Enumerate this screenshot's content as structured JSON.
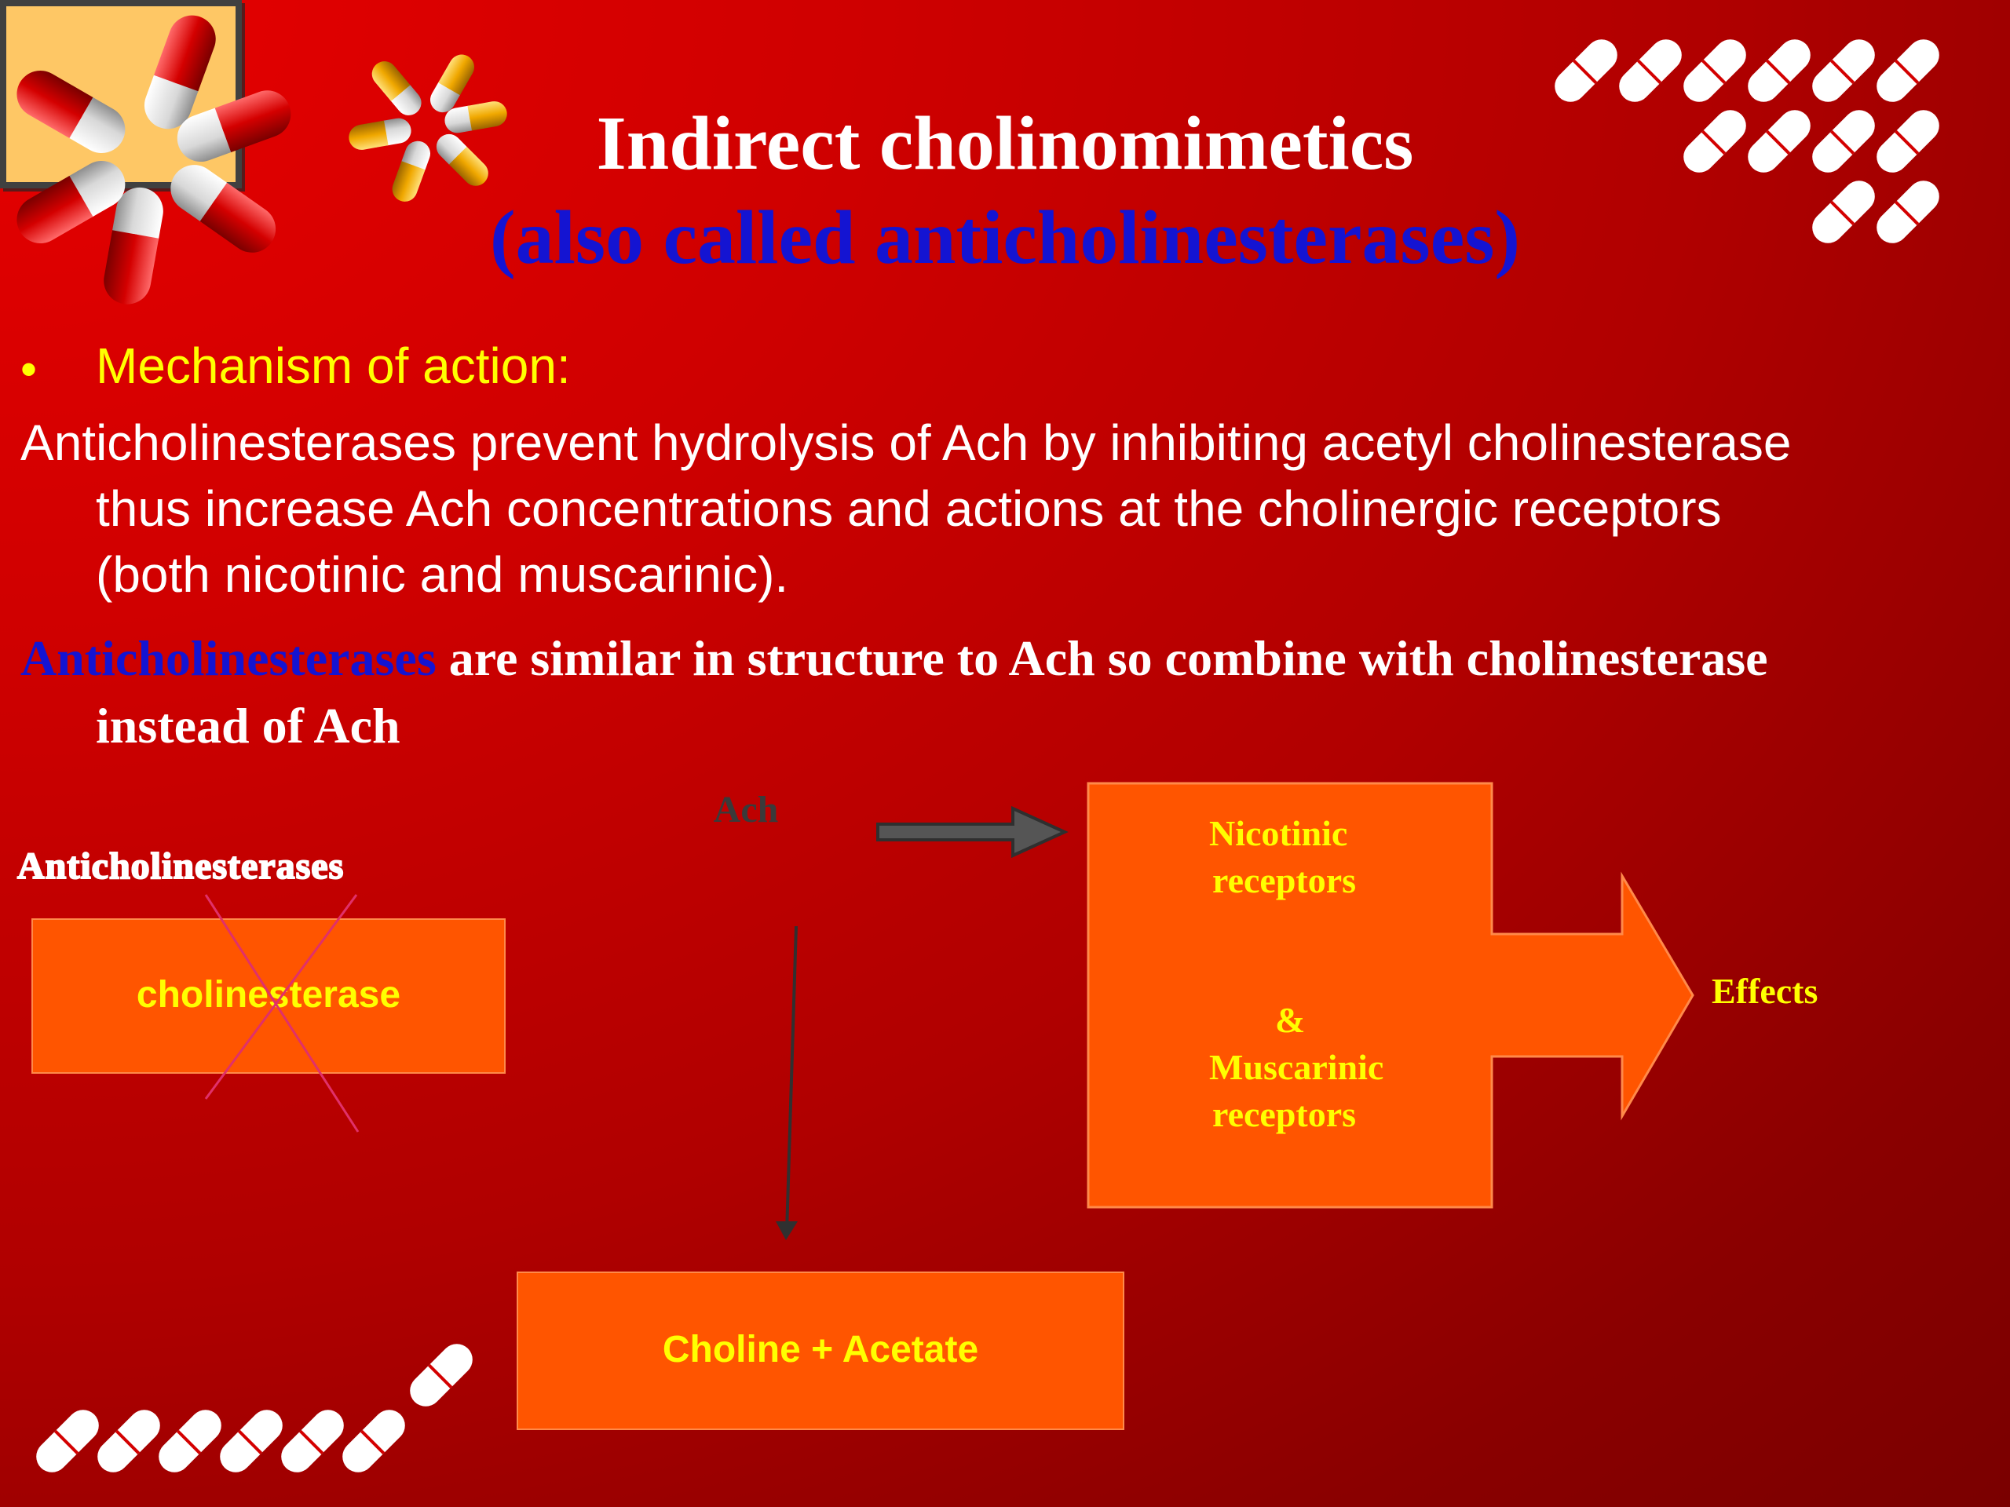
{
  "slide": {
    "title": "Indirect cholinomimetics",
    "subtitle": "(also called anticholinesterases)",
    "bullet": {
      "marker": "•",
      "text": "Mechanism of action:"
    },
    "paragraph1": {
      "line1": "Anticholinesterases prevent hydrolysis of Ach by inhibiting acetyl cholinesterase",
      "line2": "thus increase Ach concentrations and actions at the cholinergic receptors",
      "line3": "(both nicotinic and muscarinic)."
    },
    "paragraph2": {
      "highlight": "Anticholinesterases",
      "line1_rest": " are similar in structure to Ach so combine with cholinesterase",
      "line2": "instead of Ach"
    }
  },
  "diagram": {
    "anticholinesterases_label": "Anticholinesterases",
    "cholinesterase_label": "cholinesterase",
    "ach_label": "Ach",
    "receptors": {
      "line1": "Nicotinic",
      "line2": "receptors",
      "line3": "&",
      "line4": "Muscarinic",
      "line5": "receptors"
    },
    "effects_label": "Effects",
    "products_label": "Choline + Acetate"
  },
  "colors": {
    "background": "#c40000",
    "title": "#ffffff",
    "subtitle": "#1414d2",
    "bullet": "#ffff00",
    "box_fill": "#ff5500",
    "ach_fill": "#fec765",
    "cross_lines": "#e0306a",
    "arrow": "#404040"
  }
}
